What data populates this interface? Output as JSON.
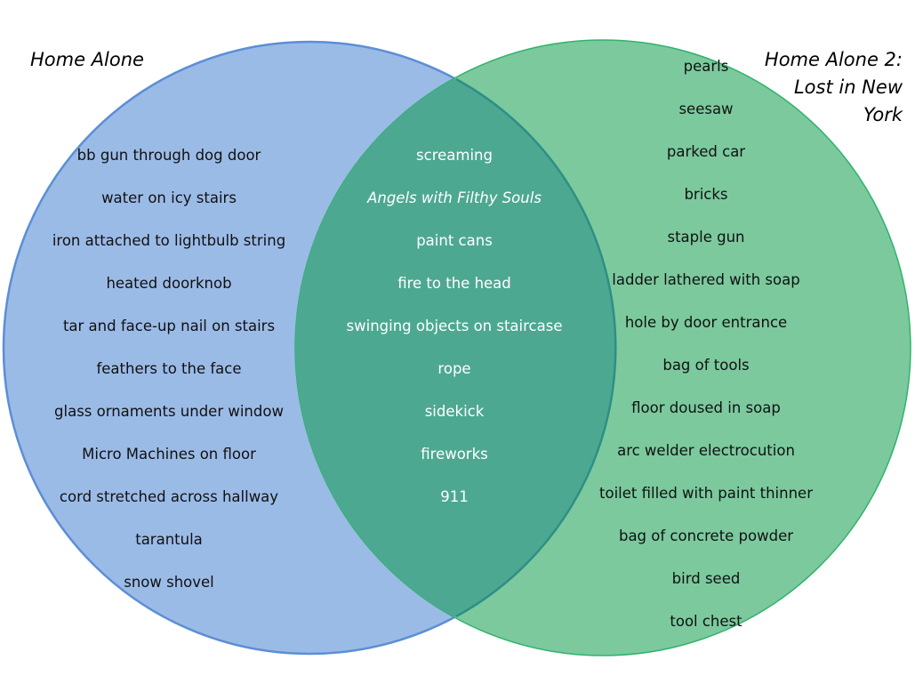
{
  "diagram": {
    "type": "venn",
    "colors": {
      "left_fill": "#9bbbe7",
      "left_stroke": "#5b8fd6",
      "right_fill": "#7cc99e",
      "right_stroke": "#2fb36b",
      "overlap_fill": "#4da892",
      "overlap_stroke": "#2e8f85"
    },
    "sets": [
      {
        "name": "Home Alone",
        "items": [
          "bb gun through dog door",
          "water on icy stairs",
          "iron attached to lightbulb string",
          "heated doorknob",
          "tar and face-up nail on stairs",
          "feathers to the face",
          "glass ornaments under window",
          "Micro Machines on floor",
          "cord stretched across hallway",
          "tarantula",
          "snow shovel"
        ]
      },
      {
        "name_lines": [
          "Home Alone 2:",
          "Lost in New",
          "York"
        ],
        "name": "Home Alone 2: Lost in New York",
        "items": [
          "pearls",
          "seesaw",
          "parked car",
          "bricks",
          "staple gun",
          "ladder lathered with soap",
          "hole by door entrance",
          "bag of tools",
          "floor doused in soap",
          "arc welder electrocution",
          "toilet filled with paint thinner",
          "bag of concrete powder",
          "bird seed",
          "tool chest"
        ]
      }
    ],
    "overlap": {
      "items": [
        "screaming",
        "Angels with Filthy Souls",
        "paint cans",
        "fire to the head",
        "swinging objects on staircase",
        "rope",
        "sidekick",
        "fireworks",
        "911"
      ],
      "italic_items": [
        "Angels with Filthy Souls"
      ]
    }
  }
}
